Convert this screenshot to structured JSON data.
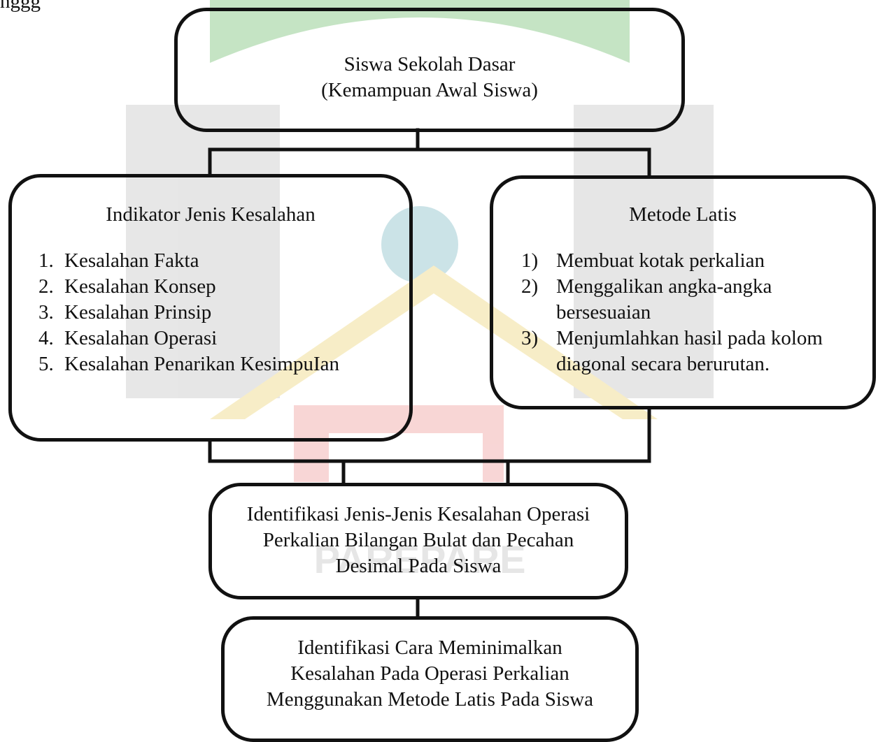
{
  "header_fragment": "nggg",
  "watermark": {
    "colors": {
      "green": "#7ec47c",
      "gray": "#c9c9c9",
      "yellow": "#efd985",
      "red": "#f0a5a3",
      "teal": "#8ec3cc"
    },
    "logo_text": "PAREPARE"
  },
  "boxes": {
    "top": {
      "line1": "Siswa Sekolah Dasar",
      "line2": "(Kemampuan Awal Siswa)"
    },
    "indicators": {
      "title": "Indikator Jenis Kesalahan",
      "items": [
        {
          "num": "1.",
          "text": "Kesalahan Fakta"
        },
        {
          "num": "2.",
          "text": "Kesalahan Konsep"
        },
        {
          "num": "3.",
          "text": "Kesalahan Prinsip"
        },
        {
          "num": "4.",
          "text": "Kesalahan Operasi"
        },
        {
          "num": "5.",
          "text": "Kesalahan Penarikan KesimpuIan"
        }
      ]
    },
    "method": {
      "title": "Metode Latis",
      "items": [
        {
          "num": "1)",
          "text": "Membuat kotak perkalian"
        },
        {
          "num": "2)",
          "text": "Menggalikan angka-angka bersesuaian"
        },
        {
          "num": "3)",
          "text": "Menjumlahkan hasil pada kolom diagonal secara berurutan."
        }
      ]
    },
    "identify_errors": {
      "line1": "Identifikasi Jenis-Jenis Kesalahan Operasi",
      "line2": "Perkalian Bilangan Bulat dan Pecahan",
      "line3": "Desimal Pada Siswa"
    },
    "identify_ways": {
      "line1": "Identifikasi Cara Meminimalkan",
      "line2": "Kesalahan Pada Operasi Perkalian",
      "line3": "Menggunakan Metode Latis Pada Siswa"
    }
  }
}
